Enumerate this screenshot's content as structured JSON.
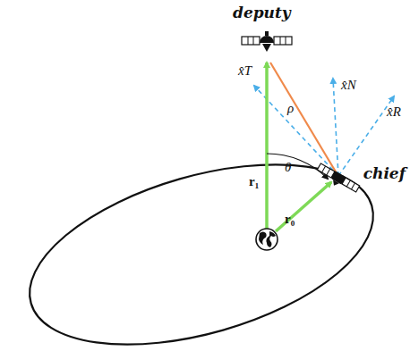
{
  "diagram": {
    "labels": [
      "deputy",
      "chief",
      "x̂T",
      "x̂N",
      "x̂R",
      "ρ",
      "θ",
      "r₁",
      "r₀"
    ]
  }
}
